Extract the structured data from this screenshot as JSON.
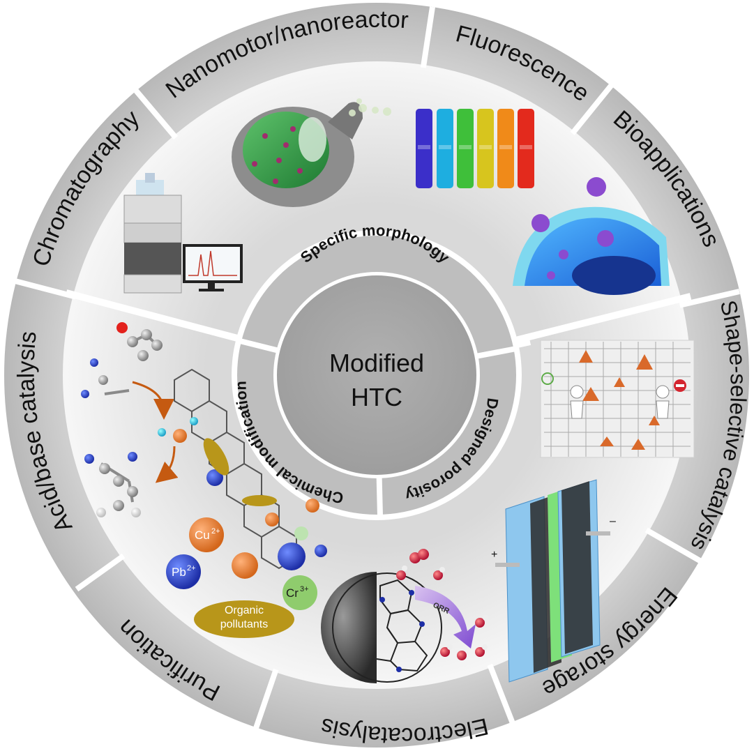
{
  "applications": {
    "nanomotor": "Nanomotor/nanoreactor",
    "fluorescence": "Fluorescence",
    "bioapplications": "Bioapplications",
    "shape_selective": "Shape-selective catalysis",
    "energy_storage": "Energy storage",
    "electrocatalysis": "Electrocatalysis",
    "purification": "Purification",
    "acid_base": "Acid/base catalysis",
    "chromatography": "Chromatography"
  },
  "features": {
    "morphology": "Specific morphology",
    "porosity": "Designed porosity",
    "chemical": "Chemical modification"
  },
  "center": {
    "line1": "Modified",
    "line2": "HTC"
  },
  "ions": {
    "cu": "Cu",
    "cu_charge": "2+",
    "pb": "Pb",
    "pb_charge": "2+",
    "cr": "Cr",
    "cr_charge": "3+",
    "pollutants_line1": "Organic",
    "pollutants_line2": "pollutants"
  },
  "orr": "ORR",
  "battery": {
    "plus": "+",
    "minus": "–"
  },
  "colors": {
    "outer_ring": "#c9c9c9",
    "middle_ring": "#e9e9e9",
    "inner_segment": "#bdbdbd",
    "core": "#a6a6a6",
    "divider": "#ffffff",
    "cu_ion": "#e07b2f",
    "pb_ion": "#3d5fb0",
    "cr_ion": "#7dbe5a",
    "pollutant": "#b8961a"
  },
  "icons": [
    "nanomotor-flask-icon",
    "fluorescence-vials-icon",
    "cell-virus-icon",
    "hplc-instrument-icon",
    "molecule-reaction-icon",
    "porous-carbon-sheet-icon",
    "battery-electrode-icon",
    "fullerene-cage-icon"
  ]
}
